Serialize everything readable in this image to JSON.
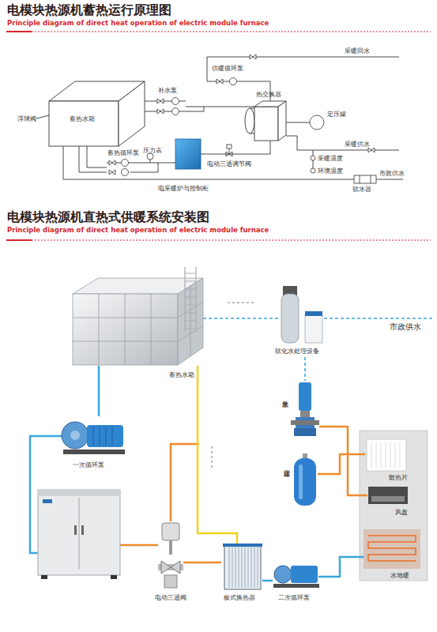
{
  "diagram": {
    "title": "电模块热源机蓄热运行原理图",
    "nodes": [
      {
        "text": [
          "蓄热水箱"
        ]
      },
      {
        "text": [
          "补水泵"
        ]
      },
      {
        "text": [
          "供暖循环泵"
        ]
      },
      {
        "text": [
          "热交换器"
        ]
      },
      {
        "text": [
          "定压罐"
        ]
      },
      {
        "text": [
          "蓄热循环泵"
        ]
      },
      {
        "text": [
          "电采暖炉与控制柜"
        ]
      },
      {
        "text": [
          "软水器"
        ]
      },
      {
        "text": [
          "蓄热水箱"
        ]
      },
      {
        "text": [
          "软化水处理设备"
        ]
      },
      {
        "text": [
          "补水泵"
        ]
      },
      {
        "text": [
          "定压罐"
        ]
      },
      {
        "text": [
          "一次循环泵"
        ]
      },
      {
        "text": [
          "电动三通阀"
        ]
      },
      {
        "text": [
          "板式换热器"
        ]
      },
      {
        "text": [
          "二次循环泵"
        ]
      },
      {
        "text": [
          "散热片"
        ]
      },
      {
        "text": [
          "风盘"
        ]
      },
      {
        "text": [
          "水地暖"
        ]
      }
    ],
    "edges": [
      {
        "from": 0,
        "to": 5,
        "arrow": "none"
      },
      {
        "from": 5,
        "to": 6,
        "arrow": "none"
      },
      {
        "from": 6,
        "to": 3,
        "arrow": "none"
      },
      {
        "from": 3,
        "to": 4,
        "arrow": "none"
      },
      {
        "from": 2,
        "to": 3,
        "arrow": "none"
      },
      {
        "from": 1,
        "to": 3,
        "arrow": "none"
      },
      {
        "from": 7,
        "to": 0,
        "arrow": "none"
      },
      {
        "from": 9,
        "to": 8,
        "arrow": "none"
      },
      {
        "from": 9,
        "to": 10,
        "arrow": "none"
      },
      {
        "from": 8,
        "to": 12,
        "arrow": "none"
      },
      {
        "from": 8,
        "to": 14,
        "arrow": "none"
      },
      {
        "from": 13,
        "to": 14,
        "arrow": "none"
      },
      {
        "from": 14,
        "to": 15,
        "arrow": "none"
      },
      {
        "from": 15,
        "to": 18,
        "arrow": "none"
      },
      {
        "from": 11,
        "to": 16,
        "arrow": "none"
      },
      {
        "from": 10,
        "to": 17,
        "arrow": "none"
      }
    ],
    "labels": [
      "Principle diagram of direct heat operation of electric module furnace",
      "电模块热源机直热式供暖系统安装图",
      "Principle diagram of direct heat operation of electric module furnace",
      "采暖回水",
      "浮球阀",
      "压力表",
      "电动三通调节阀",
      "采暖供水",
      "采暖温度",
      "环境温度",
      "市政供水",
      "市政供水"
    ]
  }
}
